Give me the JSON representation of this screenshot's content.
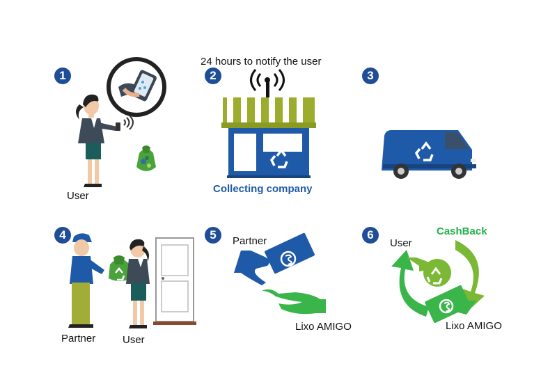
{
  "steps": [
    {
      "number": "1",
      "labels": [
        "User"
      ]
    },
    {
      "number": "2",
      "labels": [
        "24 hours to notify the user",
        "Collecting company"
      ]
    },
    {
      "number": "3",
      "labels": []
    },
    {
      "number": "4",
      "labels": [
        "Partner",
        "User"
      ]
    },
    {
      "number": "5",
      "labels": [
        "Partner",
        "Lixo AMIGO"
      ]
    },
    {
      "number": "6",
      "labels": [
        "User",
        "CashBack",
        "Lixo AMIGO"
      ]
    }
  ],
  "icons": {
    "step1": [
      "woman-user-icon",
      "smartphone-tap-icon",
      "wifi-signal-icon",
      "green-trash-bag-icon"
    ],
    "step2": [
      "antenna-icon",
      "collecting-store-icon",
      "recycle-icon"
    ],
    "step3": [
      "delivery-van-icon",
      "recycle-icon"
    ],
    "step4": [
      "partner-man-icon",
      "woman-user-icon",
      "door-icon",
      "trash-bag-icon"
    ],
    "step5": [
      "hand-with-money-icon",
      "receiving-hand-icon"
    ],
    "step6": [
      "cycle-arrows-icon",
      "hand-with-recycle-icon",
      "hand-with-money-icon"
    ]
  },
  "colors": {
    "badge": "#1f4e96",
    "brand_blue": "#1f5aa8",
    "green": "#23b14d",
    "awning_olive": "#9cad2d"
  }
}
